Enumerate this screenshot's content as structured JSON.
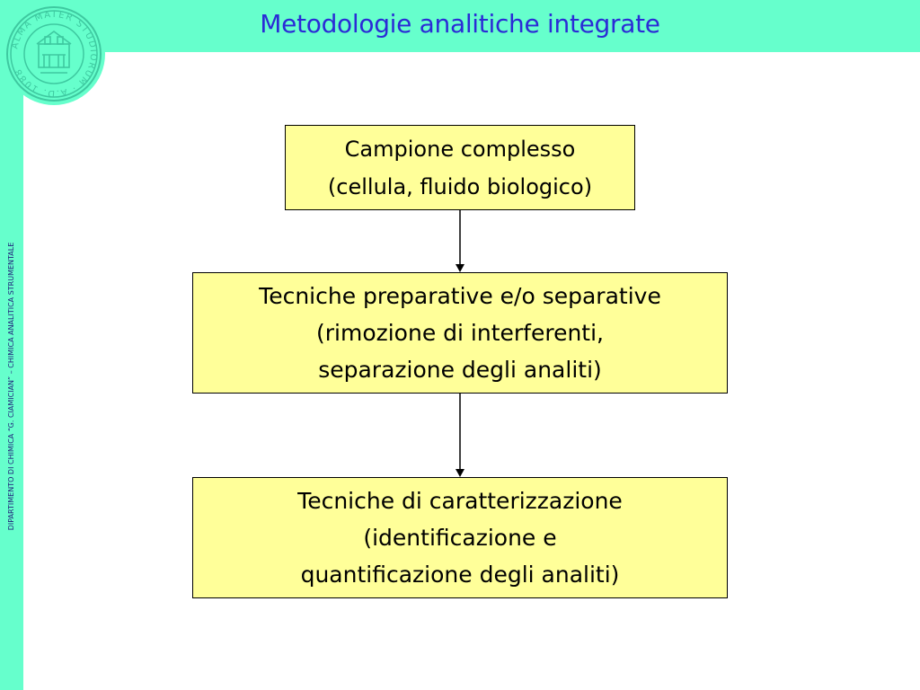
{
  "slide": {
    "title": "Metodologie analitiche integrate",
    "side_text": "DIPARTIMENTO DI CHIMICA “G. CIAMICIAN” – CHIMICA ANALITICA STRUMENTALE",
    "accent_color": "#66ffcc",
    "title_color": "#2b2bd6",
    "box_fill": "#ffff99"
  },
  "logo": {
    "name": "university-seal",
    "text": "ALMA MATER STUDIORUM · A.D. 1088"
  },
  "flow": {
    "step1": {
      "line1": "Campione complesso",
      "line2": "(cellula, fluido biologico)"
    },
    "step2": {
      "line1": "Tecniche preparative e/o separative",
      "line2": "(rimozione di interferenti,",
      "line3": "separazione degli analiti)"
    },
    "step3": {
      "line1": "Tecniche di caratterizzazione",
      "line2": "(identificazione e",
      "line3": "quantificazione degli analiti)"
    }
  }
}
